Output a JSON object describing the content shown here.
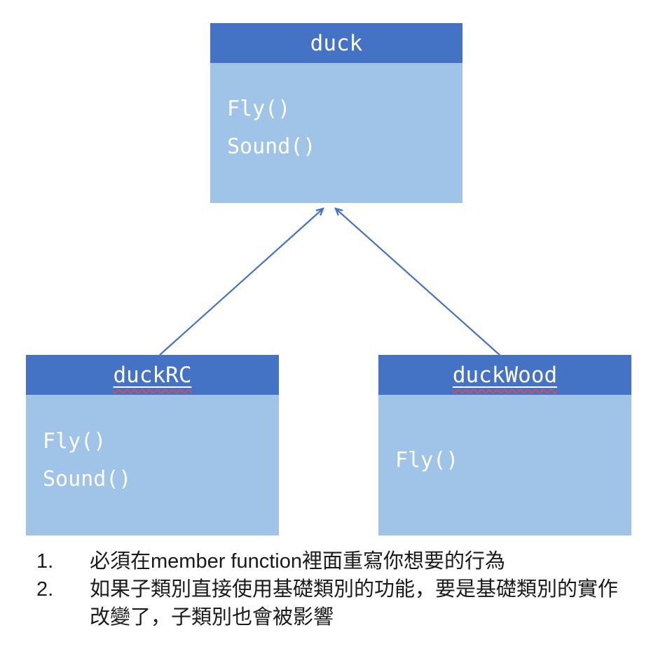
{
  "diagram": {
    "classes": [
      {
        "name": "duck",
        "methods": [
          "Fly()",
          "Sound()"
        ]
      },
      {
        "name": "duckRC",
        "methods": [
          "Fly()",
          "Sound()"
        ]
      },
      {
        "name": "duckWood",
        "methods": [
          "Fly()"
        ]
      }
    ],
    "relationship": "inheritance",
    "colors": {
      "header": "#4472C4",
      "body": "#9FC4E8",
      "arrow": "#4472C4",
      "box_text": "#FFFFFF",
      "notes_text": "#1A1A1A"
    }
  },
  "notes": [
    {
      "number": "1.",
      "text": "必須在member function裡面重寫你想要的行為"
    },
    {
      "number": "2.",
      "text": "如果子類別直接使用基礎類別的功能，要是基礎類別的實作改變了，子類別也會被影響"
    }
  ]
}
